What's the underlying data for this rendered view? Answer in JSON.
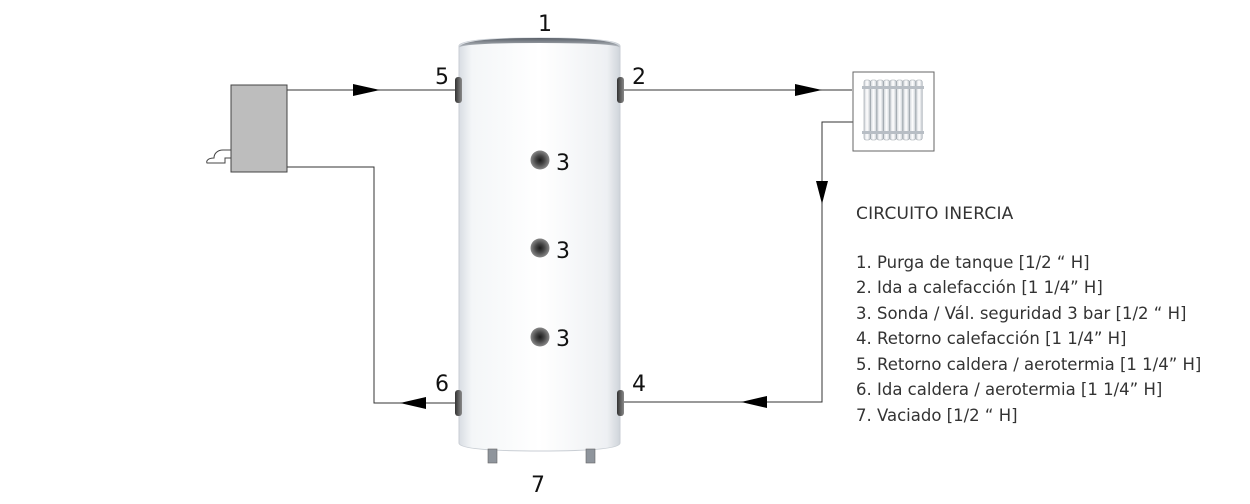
{
  "diagram": {
    "tank_labels": {
      "top": "1",
      "right_top": "2",
      "probe_1": "3",
      "probe_2": "3",
      "probe_3": "3",
      "right_bottom": "4",
      "left_top": "5",
      "left_bottom": "6",
      "bottom": "7"
    },
    "icons": [
      "boiler-icon",
      "radiator-icon",
      "flow-arrow-icon"
    ]
  },
  "legend": {
    "title": "CIRCUITO INERCIA",
    "items": [
      "1. Purga de tanque [1/2 “ H]",
      "2. Ida a calefacción [1 1/4” H]",
      "3. Sonda / Vál. seguridad 3 bar [1/2 “ H]",
      "4. Retorno calefacción [1 1/4” H]",
      "5. Retorno caldera / aerotermia [1 1/4” H]",
      "6. Ida caldera / aerotermia [1 1/4” H]",
      "7. Vaciado [1/2 “ H]"
    ]
  }
}
